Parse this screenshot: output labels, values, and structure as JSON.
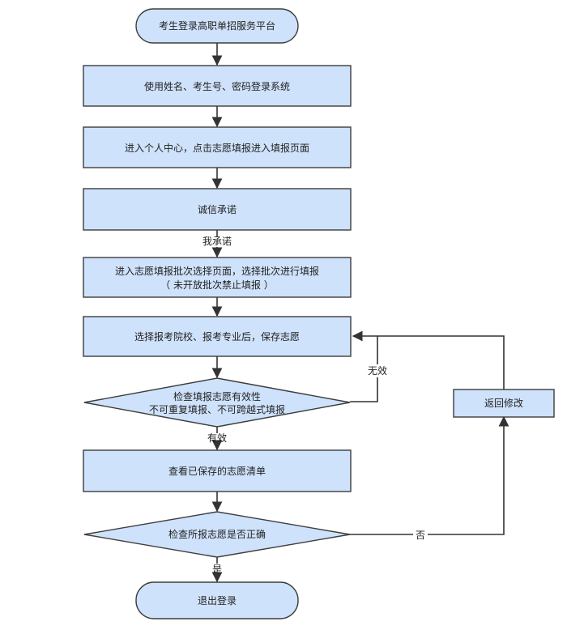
{
  "nodes": {
    "start": "考生登录高职单招服务平台",
    "login": "使用姓名、考生号、密码登录系统",
    "personal_center": "进入个人中心，点击志愿填报进入填报页面",
    "integrity": "诚信承诺",
    "select_batch_line1": "进入志愿填报批次选择页面，选择批次进行填报",
    "select_batch_line2": "（ 未开放批次禁止填报 ）",
    "choose_school": "选择报考院校、报考专业后，保存志愿",
    "validity_line1": "检查填报志愿有效性",
    "validity_line2": "不可重复填报、不可跨越式填报",
    "view_list": "查看已保存的志愿清单",
    "check_correct": "检查所报志愿是否正确",
    "logout": "退出登录",
    "return_modify": "返回修改"
  },
  "edge_labels": {
    "promise": "我承诺",
    "invalid": "无效",
    "valid": "有效",
    "no": "否",
    "yes": "是"
  },
  "colors": {
    "node_fill": "#cfe2fb",
    "node_stroke": "#3d3d3d",
    "edge": "#333333"
  }
}
